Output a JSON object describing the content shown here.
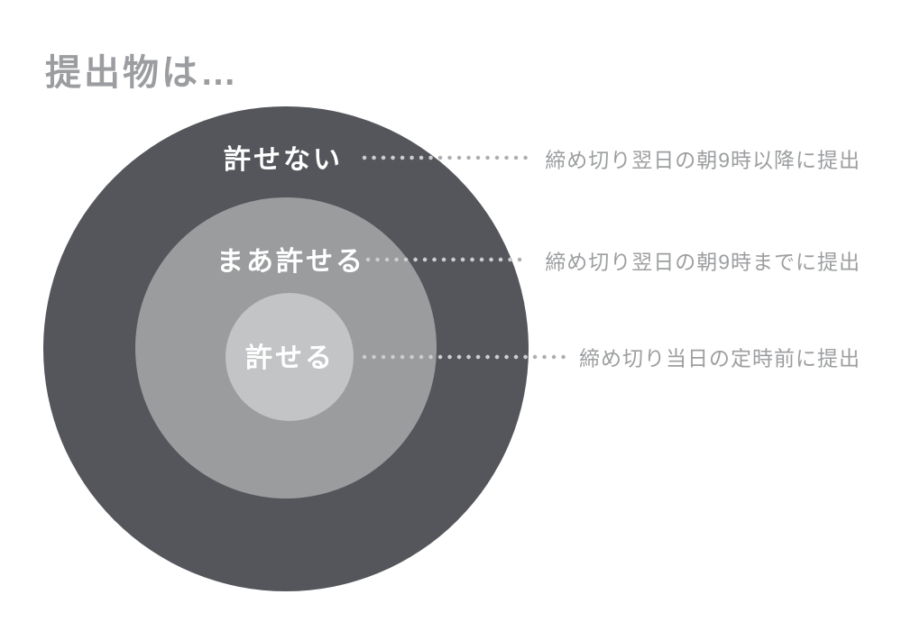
{
  "title": "提出物は…",
  "rows": [
    {
      "label": "許せない",
      "note": "締め切り翌日の朝9時以降に提出"
    },
    {
      "label": "まあ許せる",
      "note": "締め切り翌日の朝9時までに提出"
    },
    {
      "label": "許せる",
      "note": "締め切り当日の定時前に提出"
    }
  ],
  "colors": {
    "background": "#ffffff",
    "ring_outer": "#54565b",
    "ring_middle": "#9a9c9e",
    "ring_inner": "#c2c4c5",
    "ring_label_text": "#ffffff",
    "title_text": "#9b9da0",
    "note_text": "#9c9ea0",
    "dots_inside_circle": "#cccdcf",
    "dots_outside_circle": "#acaeb0"
  }
}
